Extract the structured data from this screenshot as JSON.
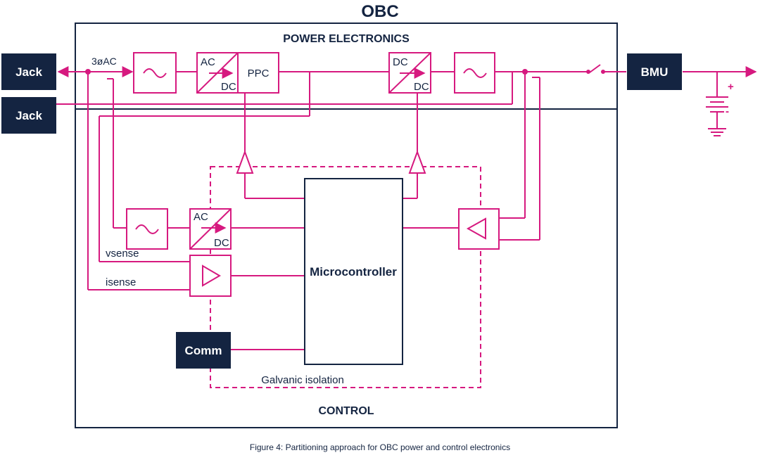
{
  "title": "OBC",
  "sections": {
    "power": "POWER ELECTRONICS",
    "control": "CONTROL"
  },
  "inputs": {
    "jack1": "Jack",
    "jack2": "Jack",
    "ac_label": "3øAC"
  },
  "blocks": {
    "ppc": "PPC",
    "microcontroller": "Microcontroller",
    "comm": "Comm",
    "bmu": "BMU"
  },
  "converters": {
    "ac": "AC",
    "dc": "DC"
  },
  "sense": {
    "vsense": "vsense",
    "isense": "isense"
  },
  "isolation_label": "Galvanic isolation",
  "battery": {
    "plus": "+",
    "minus": "-"
  },
  "caption": "Figure 4: Partitioning approach for OBC power and control electronics",
  "colors": {
    "navy": "#142441",
    "magenta": "#d6197f",
    "background": "#ffffff"
  }
}
